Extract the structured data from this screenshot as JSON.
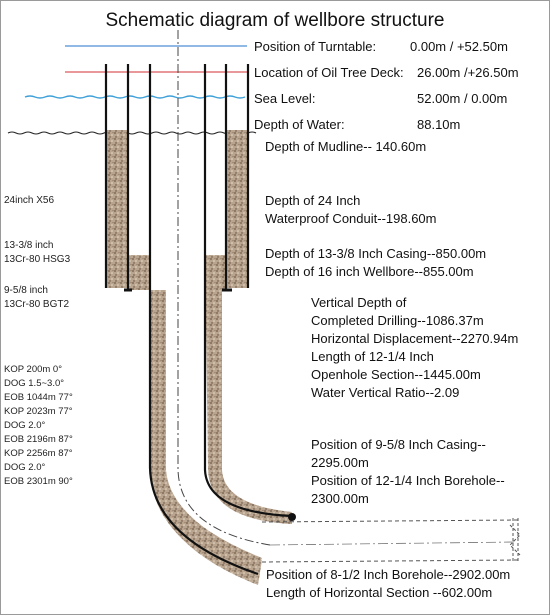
{
  "title": "Schematic diagram of wellbore structure",
  "levels": {
    "turntable": {
      "label": "Position of Turntable:",
      "value": "0.00m / +52.50m",
      "color": "#4f8fd6"
    },
    "oil_tree_deck": {
      "label": "Location of Oil Tree Deck:",
      "value": "26.00m /+26.50m",
      "color": "#d95b5b"
    },
    "sea_level": {
      "label": "Sea Level:",
      "value": "52.00m / 0.00m",
      "color": "#3fa0d8"
    },
    "water_depth": {
      "label": "Depth of Water:",
      "value": "88.10m"
    }
  },
  "annotations": {
    "mudline": "Depth of Mudline-- 140.60m",
    "conduit_line1": "Depth of 24 Inch",
    "conduit_line2": "Waterproof Conduit--198.60m",
    "casing_1338": "Depth of 13-3/8 Inch Casing--850.00m",
    "wellbore_16": "Depth of 16 inch Wellbore--855.00m",
    "completion_lines": [
      "Vertical Depth of",
      "Completed Drilling--1086.37m",
      "Horizontal Displacement--2270.94m",
      "Length of 12-1/4 Inch",
      "Openhole Section--1445.00m",
      "Water Vertical Ratio--2.09"
    ],
    "casing_958_lines": [
      "Position of  9-5/8 Inch Casing--",
      "2295.00m",
      "Position of 12-1/4 Inch Borehole--",
      "2300.00m"
    ],
    "borehole_lines": [
      "Position of  8-1/2 Inch Borehole--2902.00m",
      "Length of Horizontal Section --602.00m"
    ]
  },
  "casing_specs": {
    "spec_24": "24inch  X56",
    "spec_1338_a": "13-3/8 inch",
    "spec_1338_b": "13Cr-80 HSG3",
    "spec_958_a": "9-5/8 inch",
    "spec_958_b": "13Cr-80  BGT2"
  },
  "trajectory": [
    "KOP 200m  0°",
    "DOG  1.5~3.0°",
    "EOB  1044m  77°",
    "KOP 2023m 77°",
    "DOG    2.0°",
    "EOB  2196m 87°",
    "KOP  2256m 87°",
    "DOG     2.0°",
    "EOB  2301m 90°"
  ],
  "colors": {
    "rock": "#b9a58f",
    "rock_dark": "#6f5a49",
    "pipe": "#111111",
    "centerline": "#444444"
  }
}
